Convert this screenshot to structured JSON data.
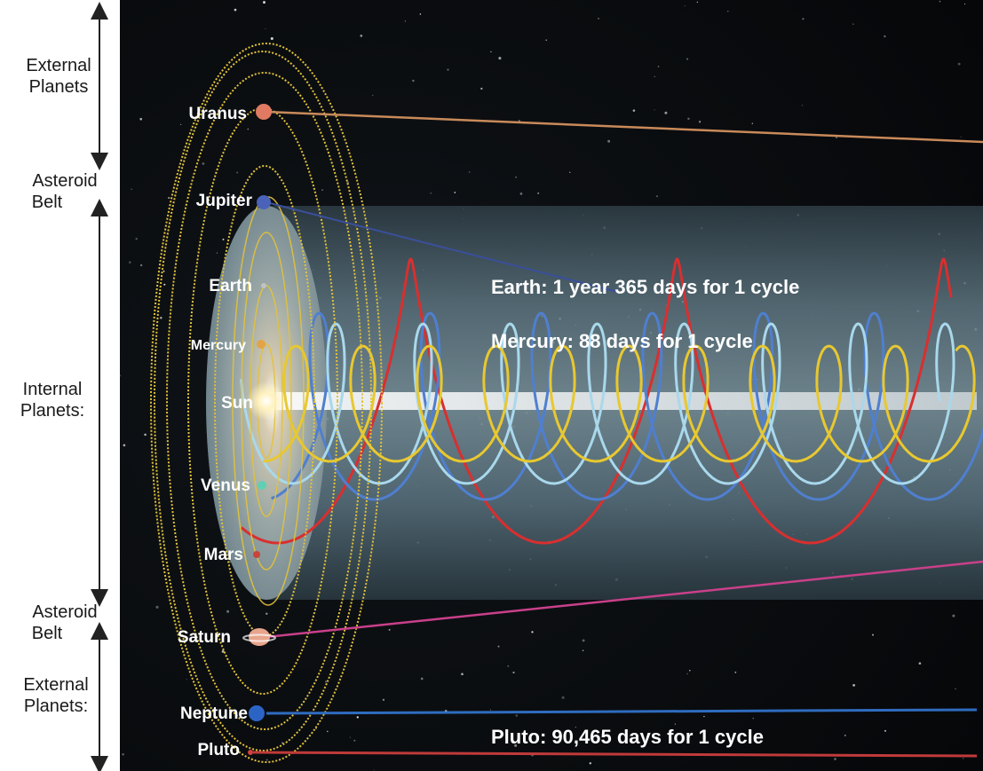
{
  "side_labels": {
    "external_top": [
      "External",
      "Planets"
    ],
    "belt_top": [
      "Asteroid",
      "Belt"
    ],
    "internal": [
      "Internal",
      "Planets:"
    ],
    "belt_bottom": [
      "Asteroid",
      "Belt"
    ],
    "external_bottom": [
      "External",
      "Planets:"
    ]
  },
  "planets": {
    "uranus": "Uranus",
    "jupiter": "Jupiter",
    "earth": "Earth",
    "mercury": "Mercury",
    "sun": "Sun",
    "venus": "Venus",
    "mars": "Mars",
    "saturn": "Saturn",
    "neptune": "Neptune",
    "pluto": "Pluto"
  },
  "annotations": {
    "earth_cycle": "Earth: 1 year 365 days for 1 cycle",
    "mercury_cycle": "Mercury: 88 days for 1 cycle",
    "pluto_cycle": "Pluto: 90,465 days for 1 cycle"
  },
  "colors": {
    "uranus_trail": "#c98a5a",
    "jupiter_trail": "#3a4f9a",
    "earth_helix": "#a9d8ec",
    "mercury_helix": "#e8c830",
    "mars_helix": "#d92f2f",
    "venus_helix": "#4f7fd0",
    "saturn_trail": "#c9408a",
    "neptune_trail": "#2f6cc0",
    "pluto_trail": "#c03a3a",
    "orbit": "#e2c23a"
  }
}
